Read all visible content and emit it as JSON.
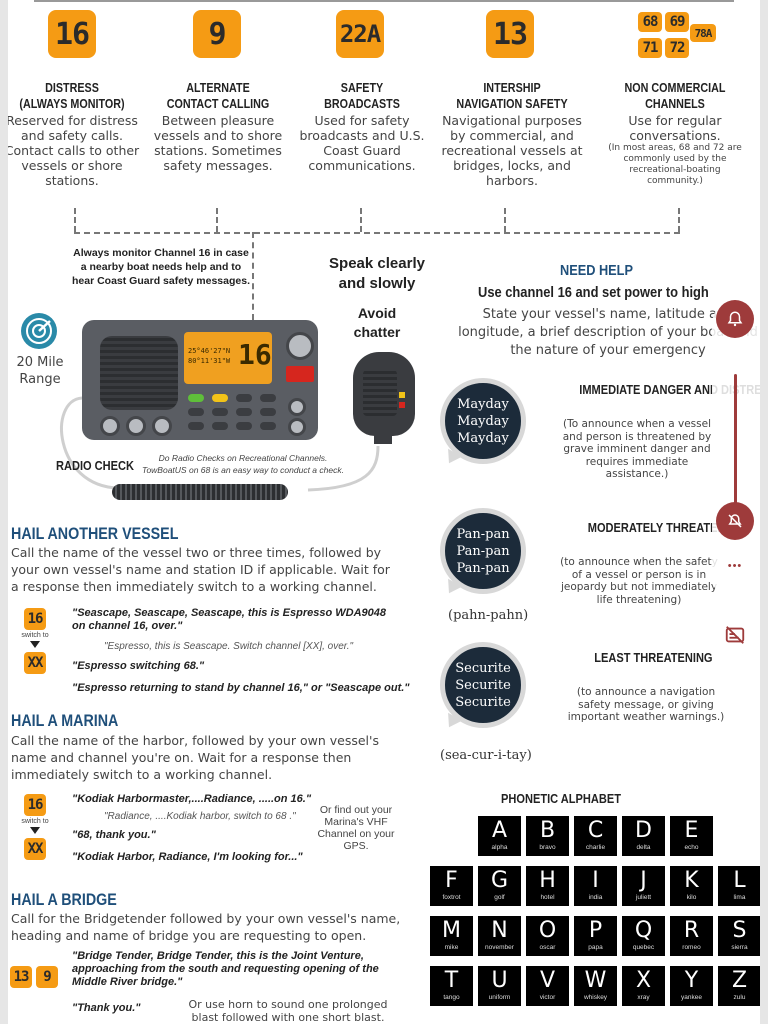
{
  "channels": [
    {
      "number": "16",
      "title": "DISTRESS",
      "subtitle": "(ALWAYS MONITOR)",
      "desc": "Reserved for distress and safety calls. Contact calls to other vessels or shore stations."
    },
    {
      "number": "9",
      "title": "ALTERNATE",
      "subtitle": "CONTACT CALLING",
      "desc": "Between pleasure vessels and to shore stations. Sometimes safety messages."
    },
    {
      "number": "22A",
      "title": "SAFETY",
      "subtitle": "BROADCASTS",
      "desc": "Used for safety broadcasts and U.S. Coast Guard communications."
    },
    {
      "number": "13",
      "title": "INTERSHIP",
      "subtitle": "NAVIGATION SAFETY",
      "desc": "Navigational purposes by commercial, and recreational vessels at bridges, locks, and harbors."
    },
    {
      "numbers": [
        "68",
        "69",
        "78A",
        "71",
        "72"
      ],
      "title": "NON COMMERCIAL",
      "subtitle": "CHANNELS",
      "desc": "Use for regular conversations.",
      "note": "(In most areas, 68 and 72 are commonly used by the recreational-boating community.)"
    }
  ],
  "radio": {
    "monitor_note": "Always monitor Channel 16 in case a nearby boat needs help and to hear Coast Guard safety messages.",
    "range": "20 Mile Range",
    "lcd_lat": "25°46'27\"N",
    "lcd_lon": "80°11'31\"W",
    "lcd_channel": "16",
    "speak": "Speak clearly and slowly",
    "avoid": "Avoid chatter",
    "radio_check": "RADIO CHECK",
    "radio_check_note": "Do Radio Checks on Recreational Channels. TowBoatUS on 68 is an easy way to conduct a check."
  },
  "need_help": {
    "title": "NEED HELP",
    "subtitle": "Use channel 16 and set power to high",
    "desc": "State your vessel's name, latitude and longitude, a brief description of your boat and the nature of your emergency"
  },
  "levels": [
    {
      "words": [
        "Mayday",
        "Mayday",
        "Mayday"
      ],
      "pron": "",
      "title": "IMMEDIATE DANGER AND DISTRESS",
      "desc": "(To announce when a vessel and person is threatened by grave imminent danger and requires immediate assistance.)"
    },
    {
      "words": [
        "Pan-pan",
        "Pan-pan",
        "Pan-pan"
      ],
      "pron": "(pahn-pahn)",
      "title": "MODERATELY THREATENING",
      "desc": "(to announce when the safety of a vessel or person is in jeopardy but not immediately life threatening)"
    },
    {
      "words": [
        "Securite",
        "Securite",
        "Securite"
      ],
      "pron": "(sea-cur-i-tay)",
      "title": "LEAST THREATENING",
      "desc": "(to announce a navigation safety message, or giving important weather warnings.)"
    }
  ],
  "hail_vessel": {
    "title": "HAIL ANOTHER VESSEL",
    "desc": "Call the name of the vessel two or three times, followed by your own vessel's name and station ID if applicable. Wait for a response then immediately switch to a working channel.",
    "ch_from": "16",
    "switch_to": "switch to",
    "ch_to": "XX",
    "q1": "\"Seascape, Seascape, Seascape, this is Espresso WDA9048 on channel 16, over.\"",
    "r1": "\"Espresso, this is Seascape. Switch channel [XX], over.\"",
    "q2": "\"Espresso switching 68.\"",
    "q3": "\"Espresso returning to stand by channel 16,\"  or \"Seascape out.\""
  },
  "hail_marina": {
    "title": "HAIL A MARINA",
    "desc": "Call the name of the harbor, followed by your own vessel's name and channel you're on. Wait for a response then immediately switch to a working channel.",
    "ch_from": "16",
    "switch_to": "switch to",
    "ch_to": "XX",
    "q1": "\"Kodiak Harbormaster,....Radiance, .....on 16.\"",
    "r1": "\"Radiance, ....Kodiak harbor, switch to 68 .\"",
    "q2": "\"68, thank you.\"",
    "q3": "\"Kodiak Harbor, Radiance, I'm looking for...\"",
    "aside": "Or find out your Marina's VHF Channel on your GPS."
  },
  "hail_bridge": {
    "title": "HAIL A BRIDGE",
    "desc": "Call for the Bridgetender followed by your own vessel's name, heading and name of bridge you are requesting to open.",
    "ch_a": "13",
    "ch_b": "9",
    "q1": "\"Bridge Tender, Bridge Tender, this is the Joint Venture, approaching from the south and requesting opening of the Middle River bridge.\"",
    "q2": "\"Thank you.\"",
    "aside": "Or use horn to sound one prolonged blast followed with one short blast."
  },
  "phonetic": {
    "title": "PHONETIC ALPHABET",
    "letters": [
      {
        "l": "A",
        "w": "alpha"
      },
      {
        "l": "B",
        "w": "bravo"
      },
      {
        "l": "C",
        "w": "charlie"
      },
      {
        "l": "D",
        "w": "delta"
      },
      {
        "l": "E",
        "w": "echo"
      },
      {
        "l": "F",
        "w": "foxtrot"
      },
      {
        "l": "G",
        "w": "golf"
      },
      {
        "l": "H",
        "w": "hotel"
      },
      {
        "l": "I",
        "w": "india"
      },
      {
        "l": "J",
        "w": "juliett"
      },
      {
        "l": "K",
        "w": "kilo"
      },
      {
        "l": "L",
        "w": "lima"
      },
      {
        "l": "M",
        "w": "mike"
      },
      {
        "l": "N",
        "w": "november"
      },
      {
        "l": "O",
        "w": "oscar"
      },
      {
        "l": "P",
        "w": "papa"
      },
      {
        "l": "Q",
        "w": "quebec"
      },
      {
        "l": "R",
        "w": "romeo"
      },
      {
        "l": "S",
        "w": "sierra"
      },
      {
        "l": "T",
        "w": "tango"
      },
      {
        "l": "U",
        "w": "uniform"
      },
      {
        "l": "V",
        "w": "victor"
      },
      {
        "l": "W",
        "w": "whiskey"
      },
      {
        "l": "X",
        "w": "xray"
      },
      {
        "l": "Y",
        "w": "yankee"
      },
      {
        "l": "Z",
        "w": "zulu"
      }
    ]
  },
  "overlay": {
    "colors": {
      "accent": "#9e3b3b",
      "badge": "#f59b14",
      "title_blue": "#1f4f7a"
    },
    "icons": [
      "bell-icon",
      "volume-slider",
      "mute-icon",
      "more-icon",
      "captions-off-icon"
    ],
    "more_label": "•••"
  }
}
